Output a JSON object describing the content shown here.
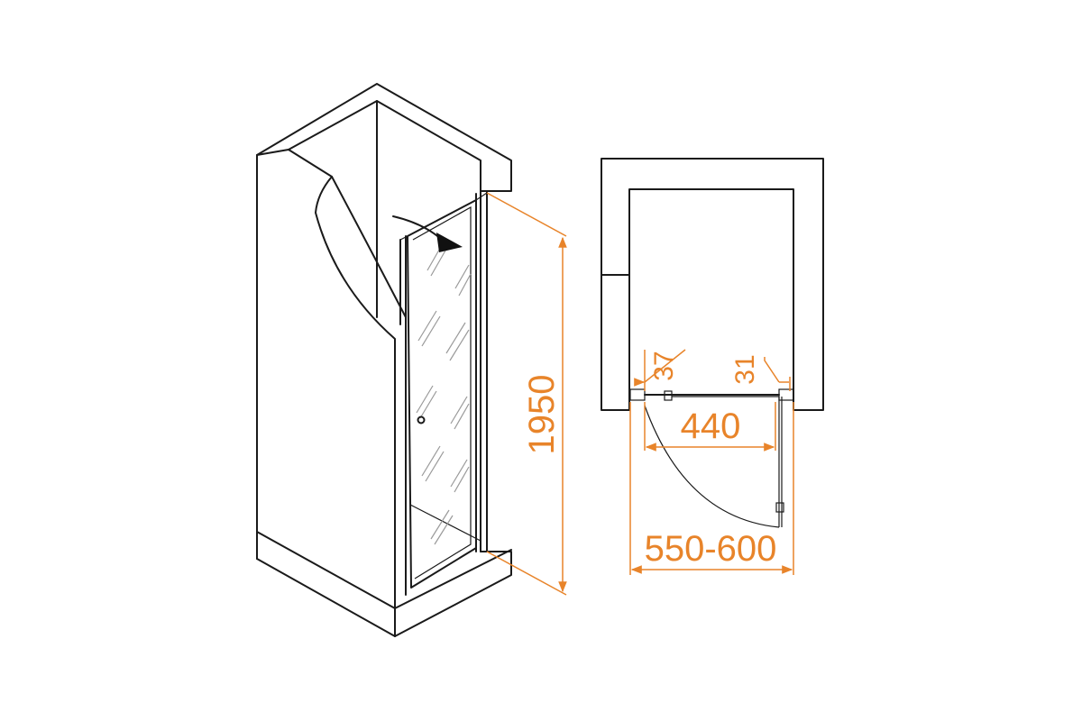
{
  "dimensions": {
    "height": "1950",
    "wall_offset_left": "37",
    "wall_offset_right": "31",
    "door_width": "440",
    "opening_width": "550-600"
  },
  "colors": {
    "dimension": "#e8842a",
    "outline": "#1a1a1a",
    "glass_streaks": "#9a9a9a"
  },
  "icons": {
    "swing": "swing-direction-arrow-icon"
  }
}
